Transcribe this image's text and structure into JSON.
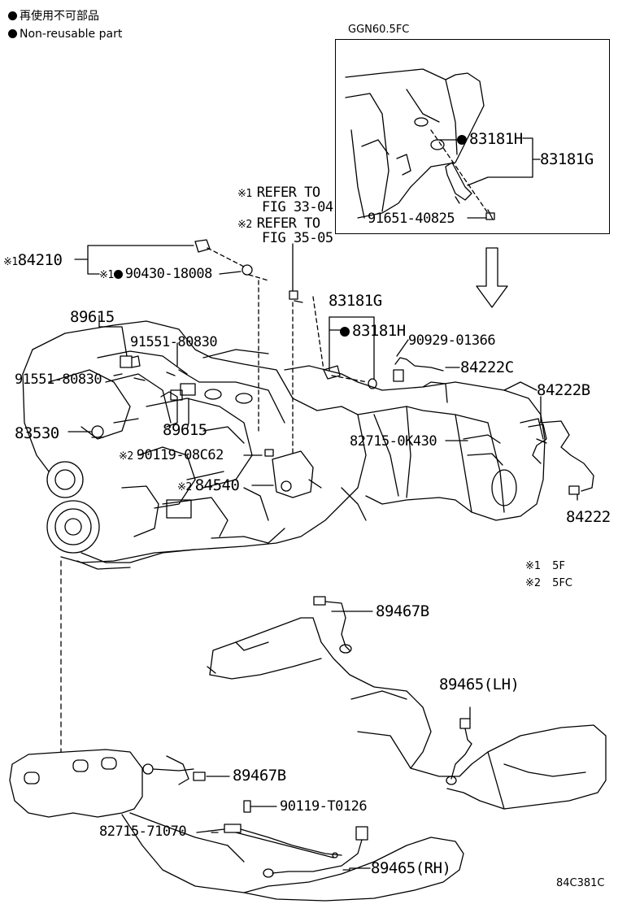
{
  "legend": {
    "line1": "再使用不可部品",
    "line2": "Non-reusable part"
  },
  "inset": {
    "title": "GGN60.5FC",
    "parts": {
      "p1": "83181H",
      "p2": "83181G",
      "p3": "91651-40825"
    }
  },
  "refer": {
    "r1_mark": "※1",
    "r1_line1": "REFER TO",
    "r1_line2": "FIG 33-04",
    "r2_mark": "※2",
    "r2_line1": "REFER TO",
    "r2_line2": "FIG 35-05"
  },
  "parts": {
    "p84210_mark": "※1",
    "p84210": "84210",
    "p90430_mark": "※1",
    "p90430": "90430-18008",
    "p89615a": "89615",
    "p91551a": "91551-80830",
    "p91551b": "91551-80830",
    "p83530": "83530",
    "p89615b": "89615",
    "p90119_mark": "※2",
    "p90119": "90119-08C62",
    "p84540_mark": "※2",
    "p84540": "84540",
    "p83181G": "83181G",
    "p83181H": "83181H",
    "p90929": "90929-01366",
    "p84222C": "84222C",
    "p84222B": "84222B",
    "p82715a": "82715-0K430",
    "p84222": "84222",
    "p89467B_a": "89467B",
    "p89465LH": "89465(LH)",
    "p89467B_b": "89467B",
    "p90119T": "90119-T0126",
    "p82715b": "82715-71070",
    "p89465RH": "89465(RH)"
  },
  "notes": {
    "n1_mark": "※1",
    "n1": "5F",
    "n2_mark": "※2",
    "n2": "5FC"
  },
  "figure_code": "84C381C"
}
